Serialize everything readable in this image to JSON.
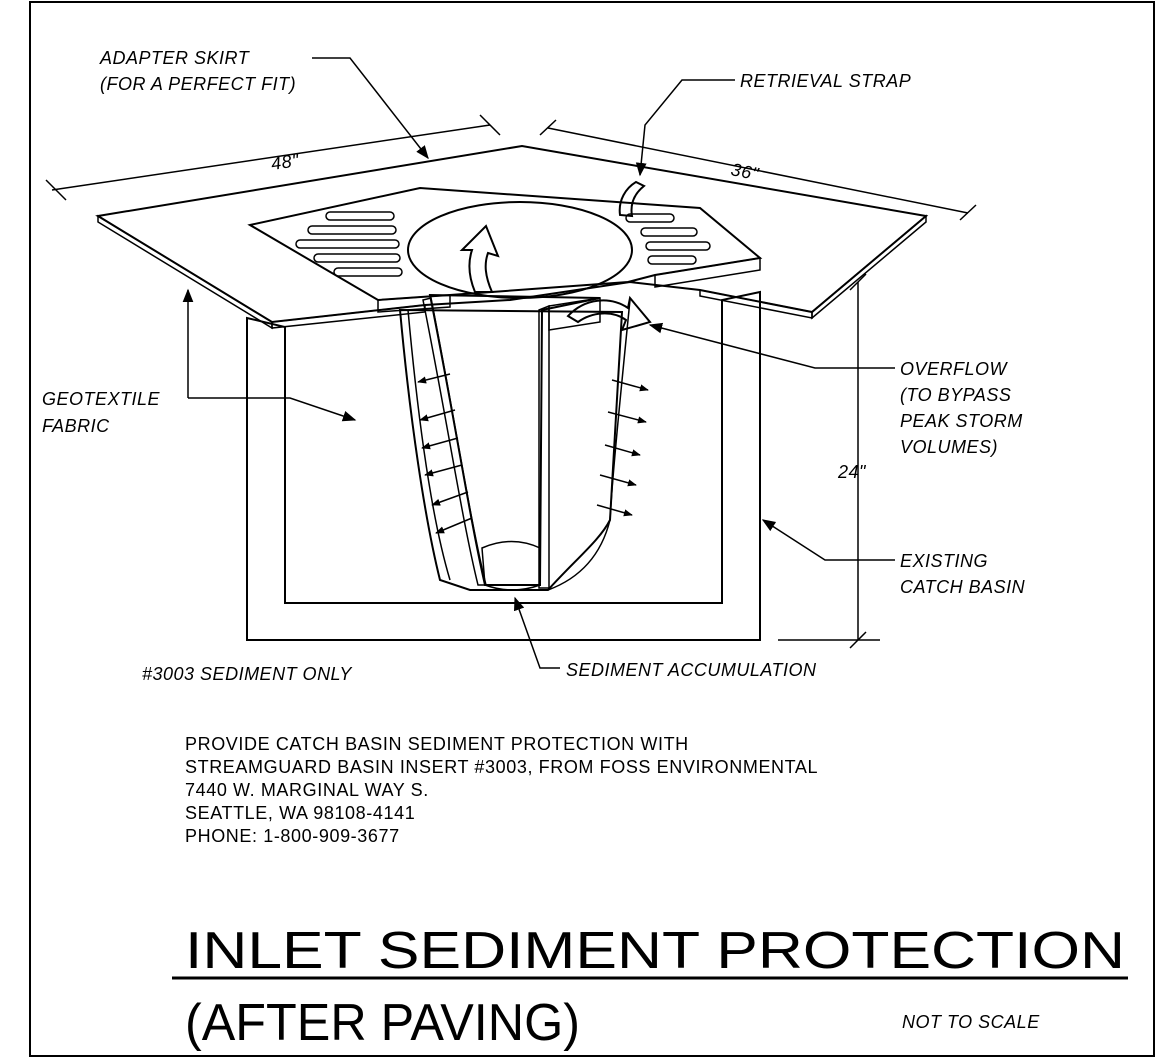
{
  "labels": {
    "adapter_skirt_1": "ADAPTER SKIRT",
    "adapter_skirt_2": "(FOR A PERFECT FIT)",
    "retrieval_strap": "RETRIEVAL STRAP",
    "dim_48": "48\"",
    "dim_36": "36\"",
    "dim_24": "24\"",
    "geotextile_1": "GEOTEXTILE",
    "geotextile_2": "FABRIC",
    "overflow_1": "OVERFLOW",
    "overflow_2": "(TO BYPASS",
    "overflow_3": "PEAK STORM",
    "overflow_4": "VOLUMES)",
    "existing_1": "EXISTING",
    "existing_2": "CATCH BASIN",
    "model_note": "#3003 SEDIMENT ONLY",
    "sediment_accumulation": "SEDIMENT ACCUMULATION"
  },
  "notes": {
    "line1": "PROVIDE CATCH BASIN SEDIMENT PROTECTION WITH",
    "line2": "STREAMGUARD BASIN INSERT #3003, FROM FOSS ENVIRONMENTAL",
    "line3": "7440 W. MARGINAL WAY S.",
    "line4": "SEATTLE, WA 98108-4141",
    "line5": "PHONE: 1-800-909-3677"
  },
  "title": {
    "main": "INLET SEDIMENT PROTECTION",
    "sub": "(AFTER PAVING)",
    "scale": "NOT TO SCALE"
  },
  "colors": {
    "ink": "#000000",
    "paper": "#ffffff"
  }
}
